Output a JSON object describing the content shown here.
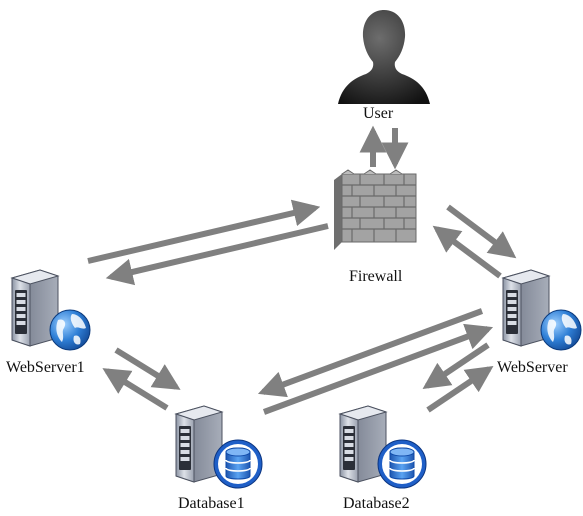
{
  "diagram": {
    "nodes": {
      "user": {
        "label": "User",
        "icon": "user-silhouette-icon"
      },
      "firewall": {
        "label": "Firewall",
        "icon": "brick-wall-icon"
      },
      "webserver1": {
        "label": "WebServer1",
        "icon": "server-globe-icon"
      },
      "webserver2": {
        "label": "WebServer",
        "icon": "server-globe-icon"
      },
      "database1": {
        "label": "Database1",
        "icon": "server-database-icon"
      },
      "database2": {
        "label": "Database2",
        "icon": "server-database-icon"
      }
    },
    "connections": [
      {
        "from": "user",
        "to": "firewall",
        "bidirectional": true
      },
      {
        "from": "firewall",
        "to": "webserver1",
        "bidirectional": true
      },
      {
        "from": "firewall",
        "to": "webserver2",
        "bidirectional": true
      },
      {
        "from": "webserver1",
        "to": "database1",
        "bidirectional": true
      },
      {
        "from": "webserver2",
        "to": "database1",
        "bidirectional": true
      },
      {
        "from": "webserver2",
        "to": "database2",
        "bidirectional": true
      }
    ],
    "colors": {
      "arrow": "#808080",
      "server_body": "#c7ccd6",
      "globe": "#2f7fd6",
      "database": "#2b6fd1",
      "brick": "#9a9a9a",
      "user": "#2a2a2a"
    }
  }
}
